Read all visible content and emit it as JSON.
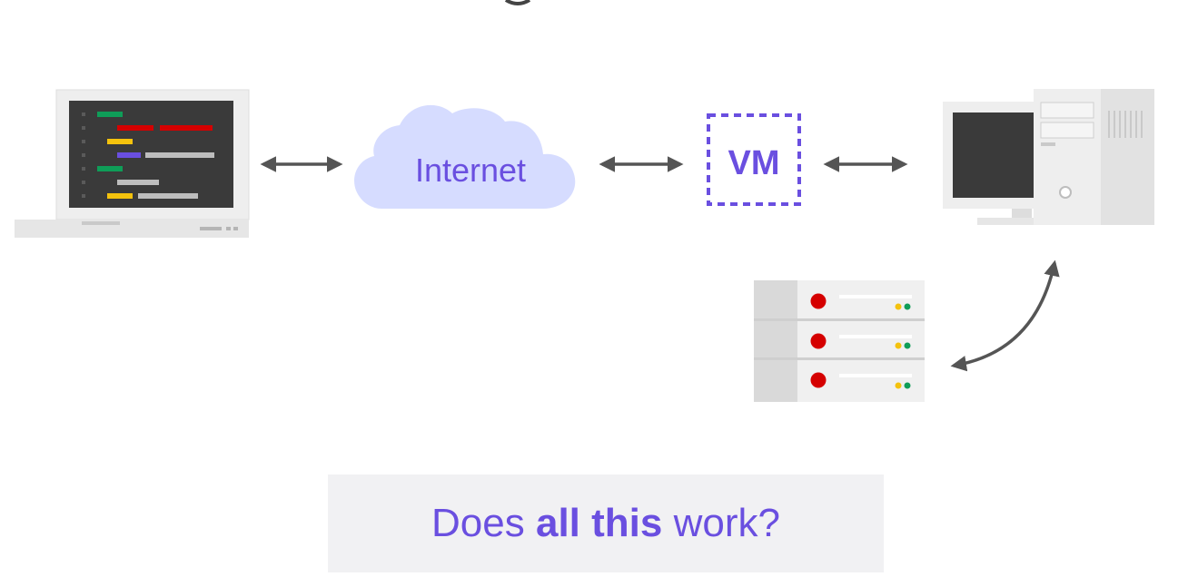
{
  "nodes": {
    "laptop_icon": "laptop-with-code-icon",
    "cloud_label": "Internet",
    "vm_label": "VM",
    "desktop_icon": "desktop-computer-icon",
    "server_icon": "server-rack-icon"
  },
  "caption": {
    "part1": "Does ",
    "part2": "all this",
    "part3": " work?"
  },
  "colors": {
    "accent": "#6a4fe0",
    "cloud": "#d6dcff",
    "arrow": "#555555",
    "led_red": "#d50000",
    "led_yellow": "#f4c20d",
    "led_green": "#0f9d58"
  }
}
